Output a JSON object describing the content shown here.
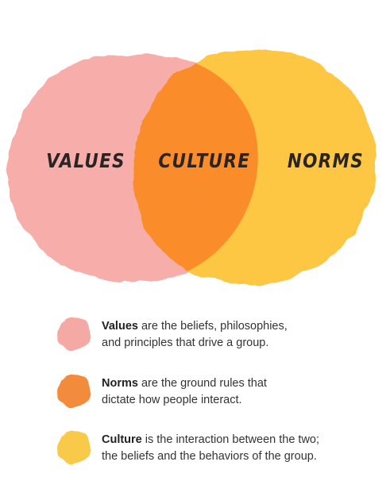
{
  "diagram": {
    "labels": {
      "values": "VALUES",
      "culture": "CULTURE",
      "norms": "NORMS"
    }
  },
  "legend": [
    {
      "term": "Values",
      "line1": " are the beliefs, philosophies,",
      "line2": "and principles that drive a group.",
      "color": "#f4a9a4"
    },
    {
      "term": "Norms",
      "line1": " are the ground rules that",
      "line2": "dictate how people interact.",
      "color": "#f38b3c"
    },
    {
      "term": "Culture",
      "line1": " is the interaction between the two;",
      "line2": "the beliefs and the behaviors of the group.",
      "color": "#f9c94a"
    }
  ],
  "colors": {
    "values_circle": "#f7aaa6",
    "norms_circle": "#fdc53b",
    "overlap": "#fb8a2c",
    "label_text": "#2a2422"
  }
}
